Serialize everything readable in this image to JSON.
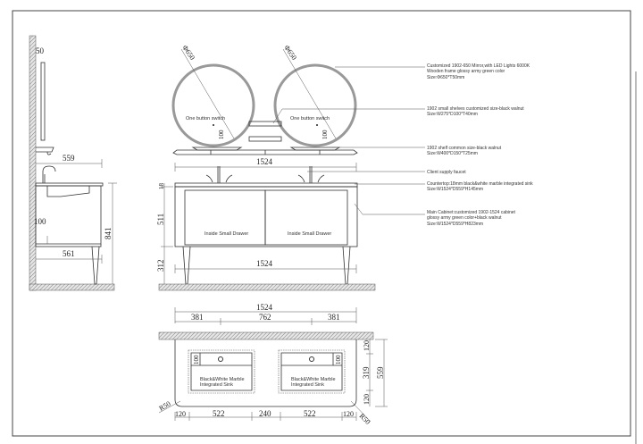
{
  "side_view": {
    "mirror_thickness": "50",
    "depth_top": "559",
    "height_total": "841",
    "handle_offset": "100",
    "depth_bottom": "561"
  },
  "front_view": {
    "mirror_diameter_left": "Φ650",
    "mirror_diameter_right": "Φ650",
    "switch_label_left": "One button switch",
    "switch_label_right": "One button switch",
    "switch_offset_left": "100",
    "switch_offset_right": "100",
    "shelf_width": "1524",
    "counter_thickness": "18",
    "cabinet_height": "511",
    "leg_height": "312",
    "cabinet_width": "1524",
    "drawer_left": "Inside Small Drawer",
    "drawer_right": "Inside Small Drawer"
  },
  "plan_view": {
    "total_width": "1524",
    "left_segment": "381",
    "middle_segment": "762",
    "right_segment": "381",
    "depth_front": "120",
    "sink_depth": "319",
    "depth_back": "120",
    "total_depth": "559",
    "bottom_dims": [
      "120",
      "522",
      "240",
      "522",
      "120"
    ],
    "radius_left": "R50",
    "radius_right": "R50",
    "sink_label_left": [
      "Black&White Marble",
      "Integrated Sink"
    ],
    "sink_label_right": [
      "Black&White Marble",
      "Integrated Sink"
    ],
    "sink_offset_left": "100",
    "sink_offset_right": "100"
  },
  "annotations": [
    {
      "lines": [
        "Customized 1902-650 Mirror,with LED Lights 6000K",
        "Wooden frame glossy army green color",
        "Size:Φ650*T50mm"
      ]
    },
    {
      "lines": [
        "1902 small shelves customized size-black walnut",
        "Size:W275*D100*T40mm"
      ]
    },
    {
      "lines": [
        "1902 shelf common size-black walnut",
        "Size:W400*D150*T25mm"
      ]
    },
    {
      "lines": [
        "Client supply faucet"
      ]
    },
    {
      "lines": [
        "Countertop:18mm black&white marble integrated sink",
        "Size:W1524*D559*H145mm"
      ]
    },
    {
      "lines": [
        "Main Cabinet:customized 1902-1524 cabinet",
        "glossy army green color+black walnut",
        "Size:W1524*D559*H823mm"
      ]
    }
  ]
}
